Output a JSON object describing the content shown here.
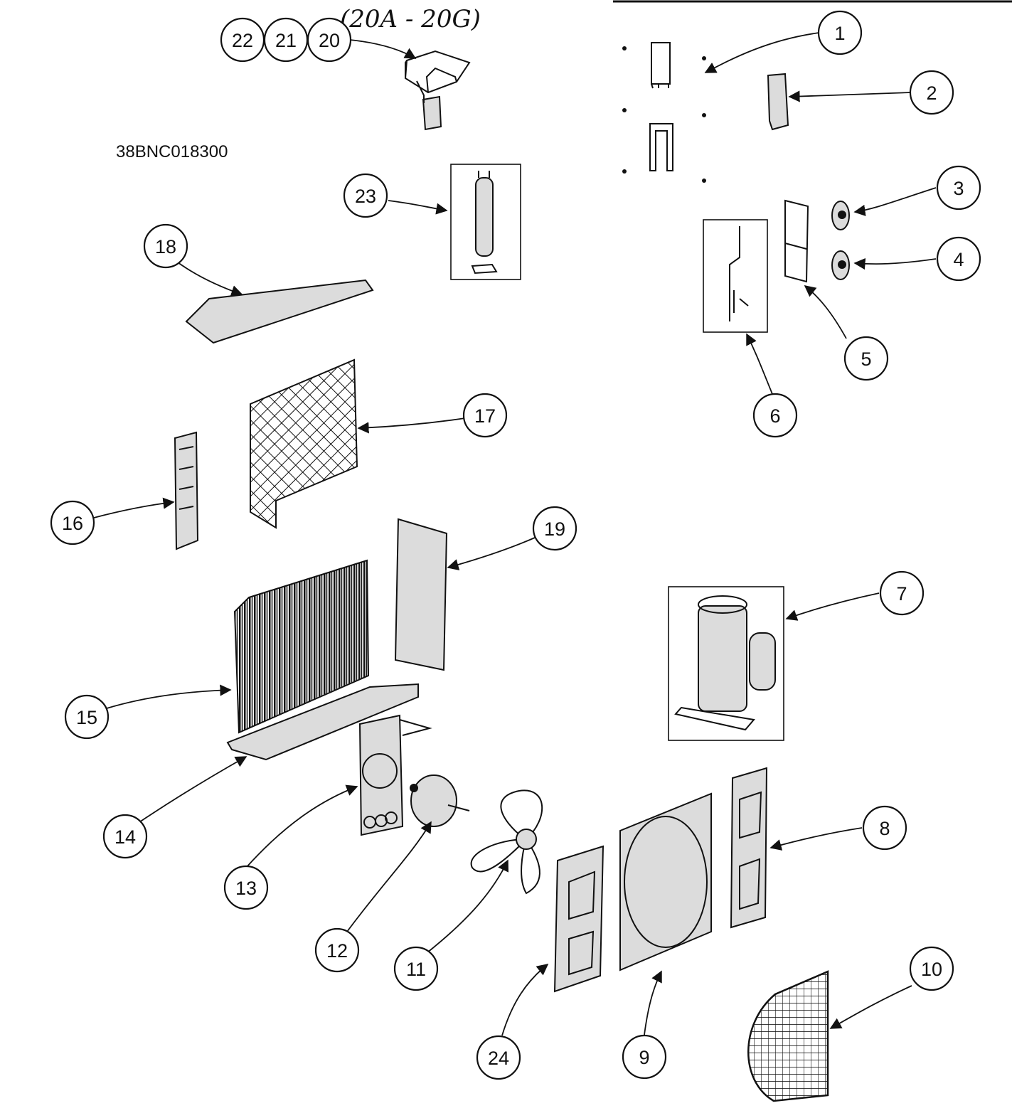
{
  "model_number": "38BNC018300",
  "handwritten_note": "(20A - 20G)",
  "callouts": [
    {
      "label": "1"
    },
    {
      "label": "2"
    },
    {
      "label": "3"
    },
    {
      "label": "4"
    },
    {
      "label": "5"
    },
    {
      "label": "6"
    },
    {
      "label": "7"
    },
    {
      "label": "8"
    },
    {
      "label": "9"
    },
    {
      "label": "10"
    },
    {
      "label": "11"
    },
    {
      "label": "12"
    },
    {
      "label": "13"
    },
    {
      "label": "14"
    },
    {
      "label": "15"
    },
    {
      "label": "16"
    },
    {
      "label": "17"
    },
    {
      "label": "18"
    },
    {
      "label": "19"
    },
    {
      "label": "20"
    },
    {
      "label": "21"
    },
    {
      "label": "22"
    },
    {
      "label": "23"
    },
    {
      "label": "24"
    }
  ]
}
